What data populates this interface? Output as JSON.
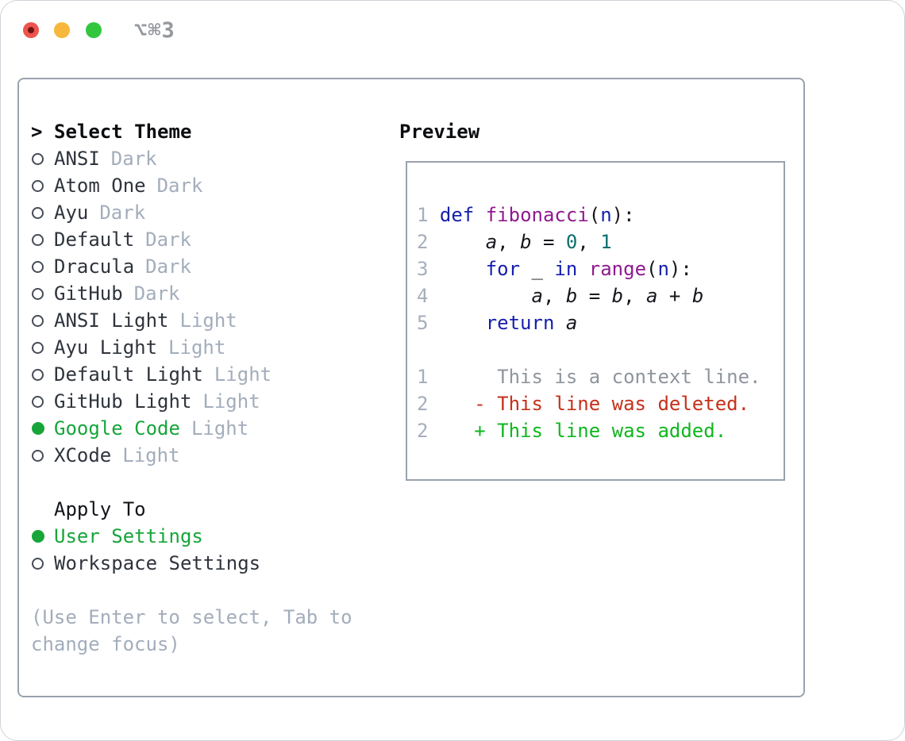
{
  "window": {
    "title": "⌥⌘3"
  },
  "titlebar_icons": [
    "close-button",
    "minimize-button",
    "zoom-button"
  ],
  "theme_picker": {
    "cursor": ">",
    "header": "Select Theme",
    "themes": [
      {
        "name": "ANSI",
        "variant": "Dark",
        "selected": false
      },
      {
        "name": "Atom One",
        "variant": "Dark",
        "selected": false
      },
      {
        "name": "Ayu",
        "variant": "Dark",
        "selected": false
      },
      {
        "name": "Default",
        "variant": "Dark",
        "selected": false
      },
      {
        "name": "Dracula",
        "variant": "Dark",
        "selected": false
      },
      {
        "name": "GitHub",
        "variant": "Dark",
        "selected": false
      },
      {
        "name": "ANSI Light",
        "variant": "Light",
        "selected": false
      },
      {
        "name": "Ayu Light",
        "variant": "Light",
        "selected": false
      },
      {
        "name": "Default Light",
        "variant": "Light",
        "selected": false
      },
      {
        "name": "GitHub Light",
        "variant": "Light",
        "selected": false
      },
      {
        "name": "Google Code",
        "variant": "Light",
        "selected": true
      },
      {
        "name": "XCode",
        "variant": "Light",
        "selected": false
      }
    ]
  },
  "apply_to": {
    "header": "Apply To",
    "options": [
      {
        "name": "User Settings",
        "selected": true
      },
      {
        "name": "Workspace Settings",
        "selected": false
      }
    ]
  },
  "hint": {
    "line1": "(Use Enter to select, Tab to",
    "line2": "change focus)"
  },
  "preview": {
    "header": "Preview",
    "code_lines": [
      {
        "num": "1",
        "tokens": [
          {
            "t": "def",
            "c": "keyword"
          },
          {
            "t": " ",
            "c": "plain"
          },
          {
            "t": "fibonacci",
            "c": "function"
          },
          {
            "t": "(",
            "c": "plain"
          },
          {
            "t": "n",
            "c": "keyword"
          },
          {
            "t": "):",
            "c": "plain"
          }
        ]
      },
      {
        "num": "2",
        "tokens": [
          {
            "t": "    ",
            "c": "plain"
          },
          {
            "t": "a",
            "c": "variable"
          },
          {
            "t": ", ",
            "c": "plain"
          },
          {
            "t": "b",
            "c": "variable"
          },
          {
            "t": " = ",
            "c": "plain"
          },
          {
            "t": "0",
            "c": "number"
          },
          {
            "t": ", ",
            "c": "plain"
          },
          {
            "t": "1",
            "c": "number"
          }
        ]
      },
      {
        "num": "3",
        "tokens": [
          {
            "t": "    ",
            "c": "plain"
          },
          {
            "t": "for",
            "c": "keyword"
          },
          {
            "t": " _ ",
            "c": "plain"
          },
          {
            "t": "in",
            "c": "keyword"
          },
          {
            "t": " ",
            "c": "plain"
          },
          {
            "t": "range",
            "c": "function"
          },
          {
            "t": "(",
            "c": "plain"
          },
          {
            "t": "n",
            "c": "keyword"
          },
          {
            "t": "):",
            "c": "plain"
          }
        ]
      },
      {
        "num": "4",
        "tokens": [
          {
            "t": "        ",
            "c": "plain"
          },
          {
            "t": "a",
            "c": "variable"
          },
          {
            "t": ", ",
            "c": "plain"
          },
          {
            "t": "b",
            "c": "variable"
          },
          {
            "t": " = ",
            "c": "plain"
          },
          {
            "t": "b",
            "c": "variable"
          },
          {
            "t": ", ",
            "c": "plain"
          },
          {
            "t": "a",
            "c": "variable"
          },
          {
            "t": " + ",
            "c": "plain"
          },
          {
            "t": "b",
            "c": "variable"
          }
        ]
      },
      {
        "num": "5",
        "tokens": [
          {
            "t": "    ",
            "c": "plain"
          },
          {
            "t": "return",
            "c": "keyword"
          },
          {
            "t": " ",
            "c": "plain"
          },
          {
            "t": "a",
            "c": "variable"
          }
        ]
      }
    ],
    "diff_lines": [
      {
        "num": "1",
        "marker": " ",
        "text": "This is a context line.",
        "kind": "context"
      },
      {
        "num": "2",
        "marker": "-",
        "text": "This line was deleted.",
        "kind": "deleted"
      },
      {
        "num": "2",
        "marker": "+",
        "text": "This line was added.",
        "kind": "added"
      }
    ]
  },
  "colors": {
    "keyword": "#151fad",
    "function": "#8f1a8f",
    "number": "#0b6e6e",
    "plain": "#16181d",
    "line_number": "#a6aebc",
    "text_primary": "#2f343c",
    "text_muted": "#a3adbb",
    "heading": "#0b0d10",
    "green_accent": "#17a53a",
    "diff_red": "#c5311a",
    "diff_green": "#10b61e",
    "diff_context": "#8f959d",
    "border": "#99a2ae",
    "title_gray": "#95989d",
    "traffic_red": "#ee544d",
    "traffic_red_dot": "#6b1511",
    "traffic_yellow": "#f6b73c",
    "traffic_green": "#32c63f",
    "window_bg": "#ffffff"
  }
}
